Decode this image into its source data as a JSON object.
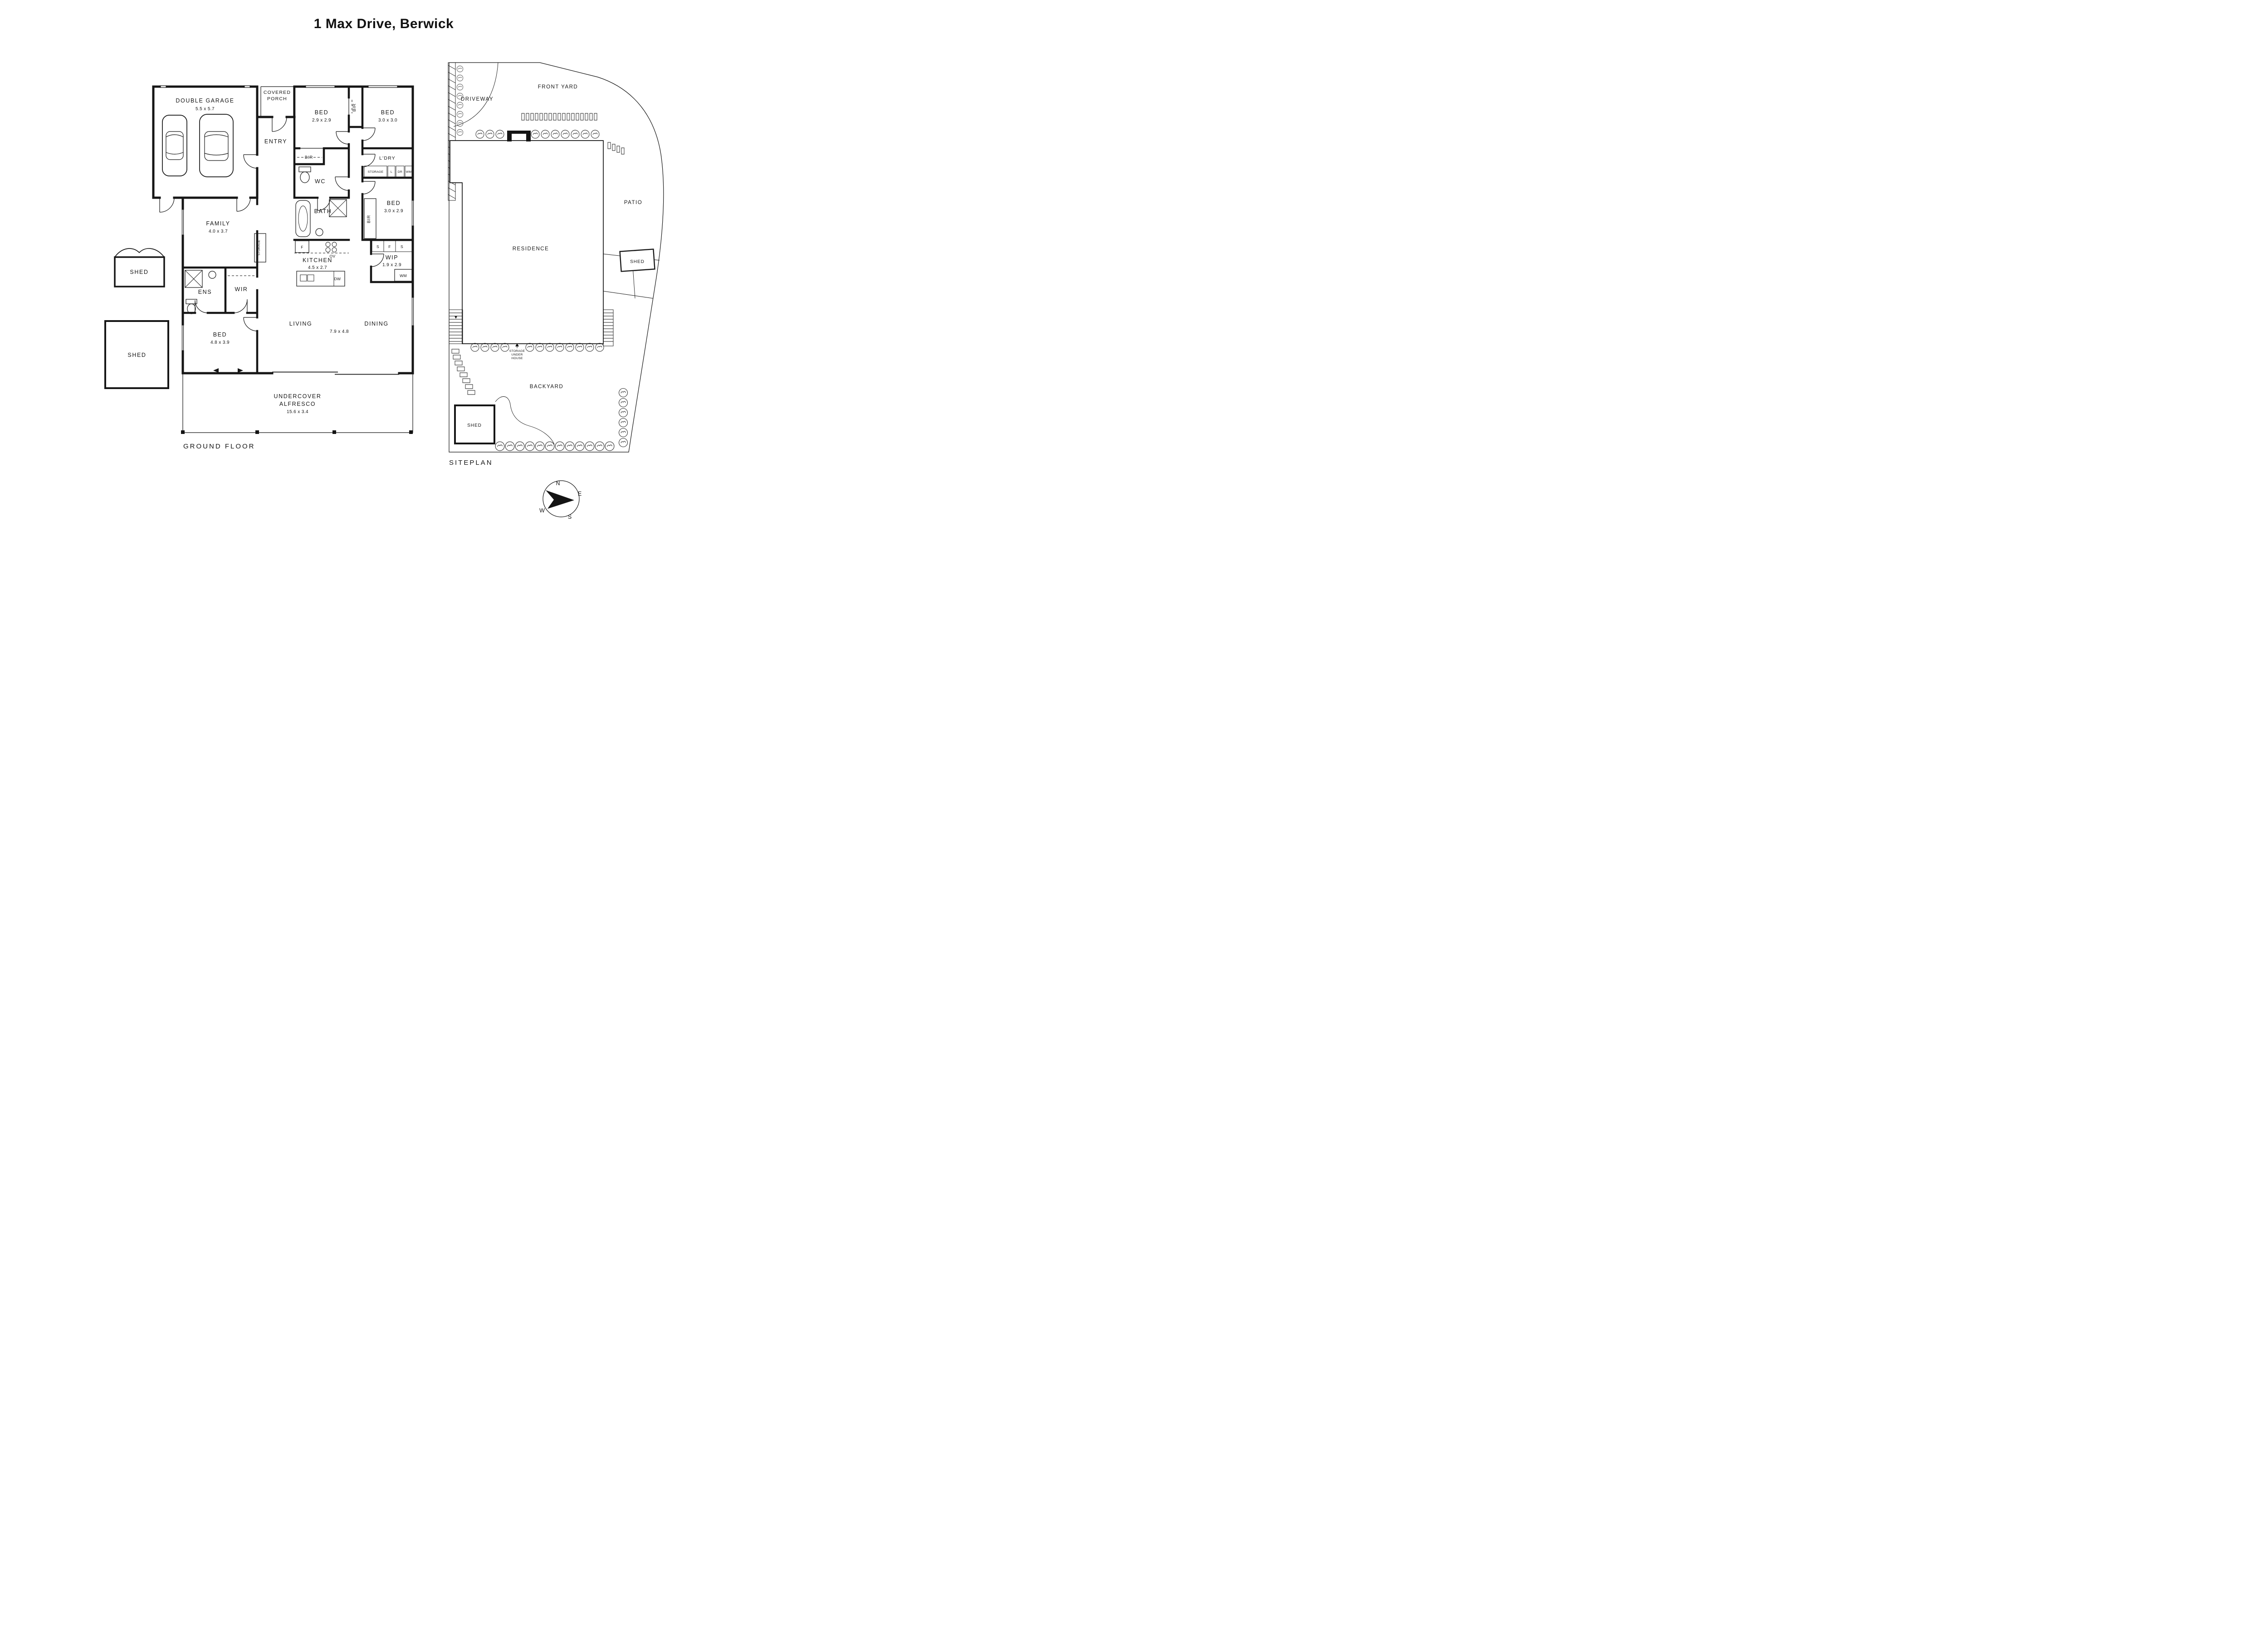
{
  "title": "1 Max Drive, Berwick",
  "floorplan": {
    "section_label": "GROUND FLOOR",
    "garage": {
      "label": "DOUBLE GARAGE",
      "dims": "5.5 x 5.7"
    },
    "porch": {
      "line1": "COVERED",
      "line2": "PORCH"
    },
    "entry": "ENTRY",
    "bed1": {
      "label": "BED",
      "dims": "2.9 x 2.9"
    },
    "bed2": {
      "label": "BED",
      "dims": "3.0 x 3.0"
    },
    "bed3": {
      "label": "BED",
      "dims": "3.0 x 2.9"
    },
    "bed4": {
      "label": "BED",
      "dims": "4.8 x 3.9"
    },
    "bir1": "BIR",
    "bir2": "BIR",
    "bir3": "BIR",
    "laundry": "L'DRY",
    "laundry_units": {
      "storage": "STORAGE",
      "linen": "L",
      "dryer": "DR",
      "wm": "WM"
    },
    "wc": "WC",
    "bath": "BATH",
    "family": {
      "label": "FAMILY",
      "dims": "4.0 x 3.7"
    },
    "storage_closet": "STORAGE",
    "kitchen": {
      "label": "KITCHEN",
      "dims": "4.5 x 2.7",
      "fridge": "F",
      "oven": "OV",
      "dw": "DW"
    },
    "wip": {
      "label": "WIP",
      "dims": "1.9 x 2.9",
      "s1": "S",
      "f": "F",
      "s2": "S",
      "wm": "WM"
    },
    "ens": "ENS",
    "wir": "WIR",
    "living": "LIVING",
    "dining": "DINING",
    "living_dining_dims": "7.9 x 4.8",
    "alfresco": {
      "line1": "UNDERCOVER",
      "line2": "ALFRESCO",
      "dims": "15.6 x 3.4"
    },
    "shed_upper": "SHED",
    "shed_lower": "SHED"
  },
  "siteplan": {
    "section_label": "SITEPLAN",
    "driveway": "DRIVEWAY",
    "front_yard": "FRONT YARD",
    "residence": "RESIDENCE",
    "patio": "PATIO",
    "backyard": "BACKYARD",
    "shed_east": "SHED",
    "shed_south": "SHED",
    "storage_under_house": {
      "line1": "STORAGE",
      "line2": "UNDER",
      "line3": "HOUSE"
    }
  },
  "compass": {
    "n": "N",
    "e": "E",
    "s": "S",
    "w": "W"
  }
}
